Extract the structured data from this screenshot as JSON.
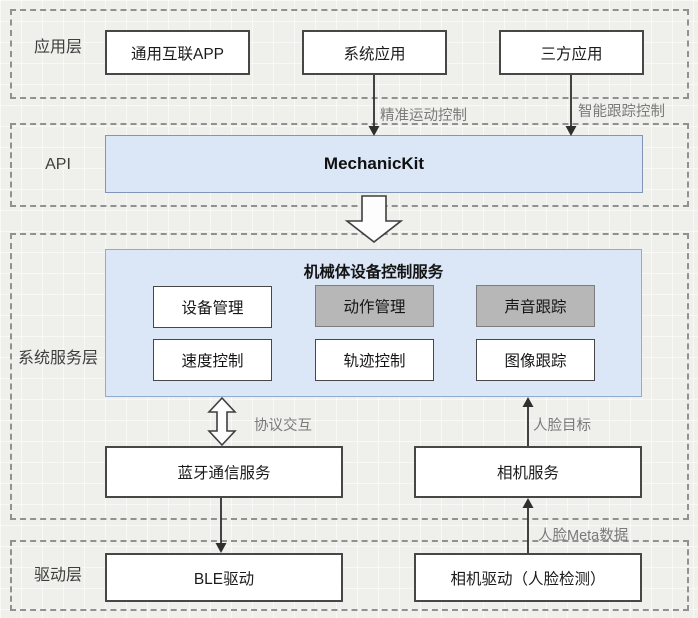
{
  "app_layer": {
    "label": "应用层",
    "boxes": [
      "通用互联APP",
      "系统应用",
      "三方应用"
    ]
  },
  "api_layer": {
    "label": "API",
    "kit": "MechanicKit"
  },
  "service_layer": {
    "label": "系统服务层",
    "control_service": {
      "title": "机械体设备控制服务",
      "modules": [
        {
          "label": "设备管理",
          "emphasized": false
        },
        {
          "label": "动作管理",
          "emphasized": true
        },
        {
          "label": "声音跟踪",
          "emphasized": true
        },
        {
          "label": "速度控制",
          "emphasized": false
        },
        {
          "label": "轨迹控制",
          "emphasized": false
        },
        {
          "label": "图像跟踪",
          "emphasized": false
        }
      ]
    },
    "bluetooth_service": "蓝牙通信服务",
    "camera_service": "相机服务"
  },
  "driver_layer": {
    "label": "驱动层",
    "ble_driver": "BLE驱动",
    "camera_driver": "相机驱动（人脸检测）"
  },
  "edge_labels": {
    "precise_motion": "精准运动控制",
    "smart_tracking": "智能跟踪控制",
    "protocol": "协议交互",
    "face_target": "人脸目标",
    "face_meta": "人脸Meta数据"
  },
  "colors": {
    "accent_fill": "#dbe7f7",
    "accent_border": "#8096b8",
    "emphasis_gray": "#b7b7b7",
    "edge_label_gray": "#7a7a7a"
  }
}
